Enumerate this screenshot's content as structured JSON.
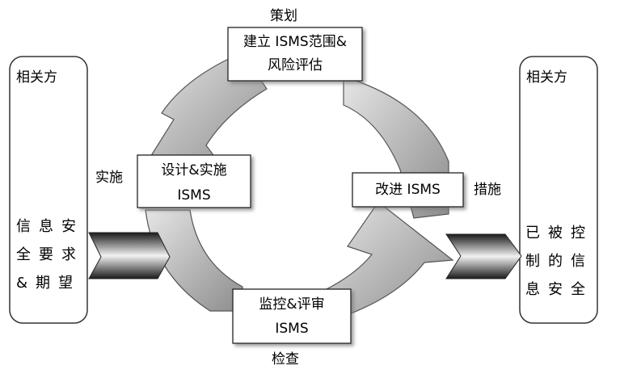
{
  "left_panel": {
    "title": "相关方",
    "body_lines": [
      "信息安",
      "全要求",
      "&期望"
    ]
  },
  "right_panel": {
    "title": "相关方",
    "body_lines": [
      "已被控",
      "制的信",
      "息安全"
    ]
  },
  "stages": {
    "plan": {
      "phase": "策划",
      "lines": [
        "建立 ISMS范围&",
        "风险评估"
      ]
    },
    "do": {
      "phase": "实施",
      "lines": [
        "设计&实施",
        "ISMS"
      ]
    },
    "check": {
      "phase": "检查",
      "lines": [
        "监控&评审",
        "ISMS"
      ]
    },
    "act": {
      "phase": "措施",
      "lines": [
        "改进 ISMS"
      ]
    }
  }
}
